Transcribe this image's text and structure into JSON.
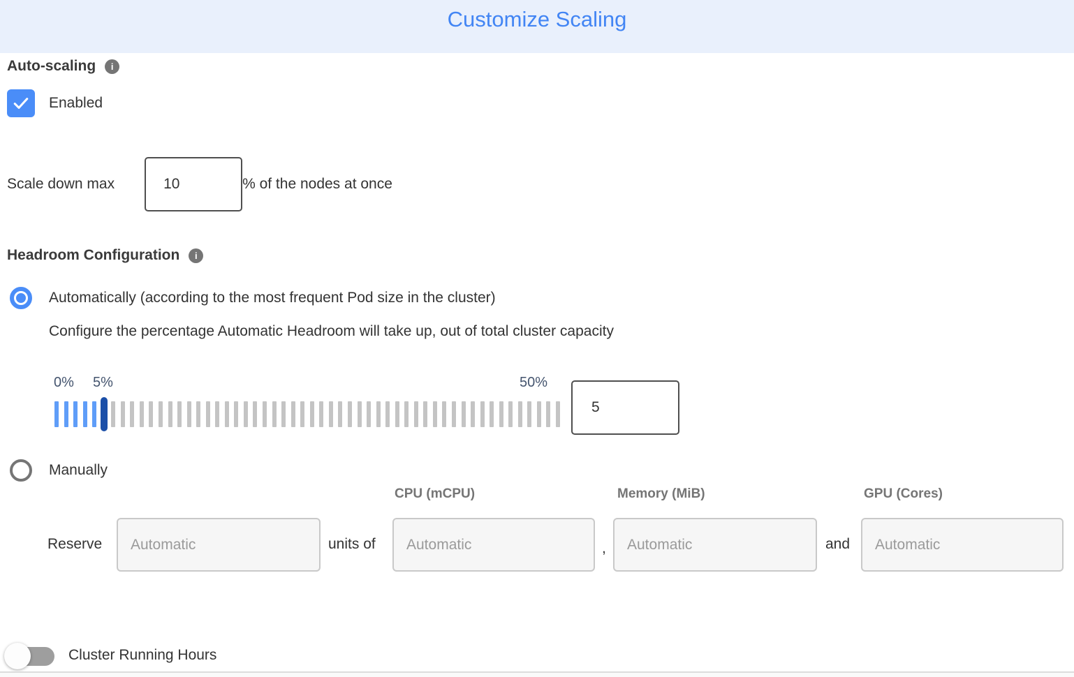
{
  "header": {
    "title": "Customize Scaling"
  },
  "auto_scaling": {
    "label": "Auto-scaling",
    "checkbox_label": "Enabled",
    "checked": true
  },
  "scale_down": {
    "label": "Scale down max",
    "value": "10",
    "suffix": "% of the nodes at once"
  },
  "headroom": {
    "label": "Headroom Configuration",
    "auto_option_label": "Automatically (according to the most frequent Pod size in the cluster)",
    "auto_option_selected": true,
    "auto_description": "Configure the percentage Automatic Headroom will take up, out of total cluster capacity",
    "slider": {
      "min_label": "0%",
      "current_label": "5%",
      "max_label": "50%",
      "value": "5",
      "tick_count": 54,
      "active_tick_count": 6,
      "handle_index": 5
    },
    "manual_option_label": "Manually",
    "manual_option_selected": false
  },
  "manual_reserve": {
    "reserve_label": "Reserve",
    "units_of_label": "units of",
    "comma": ",",
    "and_label": "and",
    "placeholder": "Automatic",
    "columns": [
      {
        "header": "CPU (mCPU)"
      },
      {
        "header": "Memory (MiB)"
      },
      {
        "header": "GPU (Cores)"
      }
    ]
  },
  "cluster_running_hours": {
    "label": "Cluster Running Hours",
    "enabled": false
  },
  "colors": {
    "header_bg": "#e9f0fc",
    "title_blue": "#4285f4",
    "accent_blue": "#4a8df8",
    "slider_handle": "#1b4fa8",
    "tick_active": "#5f9df8",
    "tick_inactive": "#c4c4c4",
    "percent_label": "#44546e",
    "column_header_gray": "#757575",
    "toggle_track_gray": "#9e9e9e"
  }
}
